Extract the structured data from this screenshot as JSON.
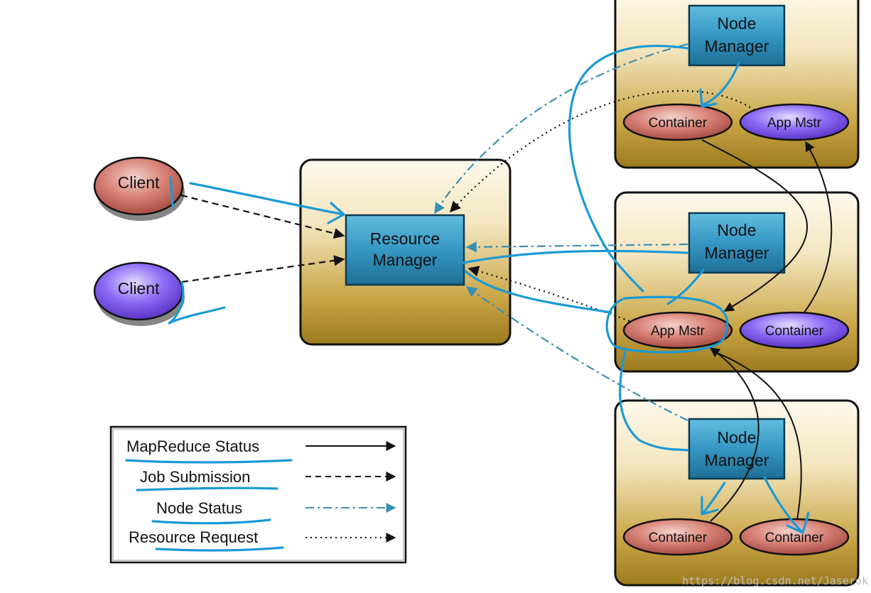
{
  "nodes": {
    "client_top": "Client",
    "client_bottom": "Client",
    "rm_line1": "Resource",
    "rm_line2": "Manager",
    "nm_line1": "Node",
    "nm_line2": "Manager",
    "node1_left": "Container",
    "node1_right": "App Mstr",
    "node2_left": "App Mstr",
    "node2_right": "Container",
    "node3_left": "Container",
    "node3_right": "Container"
  },
  "legend": {
    "items": [
      "MapReduce Status",
      "Job Submission",
      "Node Status",
      "Resource Request"
    ]
  },
  "watermark": "https://blog.csdn.net/Jaserok",
  "colors": {
    "box_top": "#fbf6e6",
    "box_bottom": "#a5801f",
    "manager_fill": "#2f94bf",
    "client_red": "#c25a50",
    "client_purple": "#7650e8",
    "annotation_ink": "#1a9ad6",
    "node_status_line": "#3b8fb0"
  }
}
